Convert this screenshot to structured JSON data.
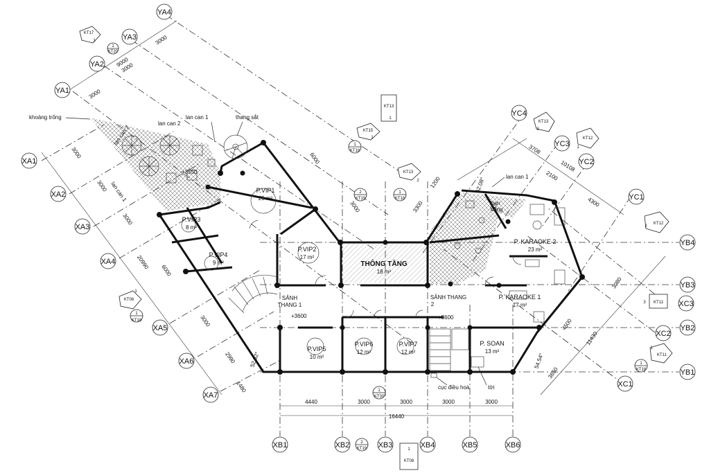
{
  "grid_labels": {
    "ya": [
      "YA1",
      "YA2",
      "YA3",
      "YA4"
    ],
    "yb": [
      "YB1",
      "YB2",
      "YB3",
      "YB4"
    ],
    "yc": [
      "YC1",
      "YC2",
      "YC3",
      "YC4"
    ],
    "xa": [
      "XA1",
      "XA2",
      "XA3",
      "XA4",
      "XA5",
      "XA6",
      "XA7"
    ],
    "xb": [
      "XB1",
      "XB2",
      "XB3",
      "XB4",
      "XB5",
      "XB6"
    ],
    "xc": [
      "XC1",
      "XC2",
      "XC3"
    ]
  },
  "rooms": {
    "vip1": {
      "name": "P.VIP1",
      "area": "25 m²"
    },
    "vip2": {
      "name": "P.VIP2",
      "area": "17 m²"
    },
    "vip3": {
      "name": "P.VIP3",
      "area": "8 m²"
    },
    "vip4": {
      "name": "P.VIP4",
      "area": "9 m²"
    },
    "vip5": {
      "name": "P.VIP5",
      "area": "10 m²"
    },
    "vip6": {
      "name": "P.VIP6",
      "area": "12 m²"
    },
    "vip7": {
      "name": "P.VIP7",
      "area": "12 m²"
    },
    "thong_tang": {
      "name": "THÔNG TẦNG",
      "area": "18 m²"
    },
    "karaoke1": {
      "name": "P. KARAOKE 1",
      "area": "17 m²"
    },
    "karaoke2": {
      "name": "P. KARAOKE 2",
      "area": "23 m²"
    },
    "soan": {
      "name": "P. SOAN",
      "area": "13 m²"
    },
    "sanh1": {
      "name": "SẢNH",
      "sub": "THANG 1"
    },
    "sanh2": {
      "name": "SẢNH THANG",
      "sub": "2"
    }
  },
  "annotations": {
    "khoang_trong": "khoảng trống",
    "lan_can_1": "lan can 1",
    "lan_can_2": "lan can 2",
    "thang_sat": "thang sắt",
    "ban_cong": "ban",
    "ban_cong_2": "công",
    "cuc_dieu_hoa": "cục điều hoà",
    "toi": "tời",
    "lvl_3550": "+3550",
    "lvl_3600a": "+3600",
    "lvl_3600b": "+3600"
  },
  "dimensions": {
    "bottom": [
      "4440",
      "3000",
      "3000",
      "3000",
      "3000"
    ],
    "bottom_total": "16440",
    "left": [
      "3000",
      "3000",
      "3000",
      "20990",
      "6000",
      "3000",
      "2990",
      "1480"
    ],
    "top_left": [
      "3000",
      "9000",
      "3000"
    ],
    "diag": [
      "6000",
      "3000",
      "3300",
      "1200",
      "3708",
      "10108",
      "2100",
      "4300",
      "3080",
      "11430",
      "4500",
      "3650"
    ],
    "angles": [
      "62.08°",
      "54.54°",
      "52.52°"
    ]
  },
  "tags": {
    "kt17": "KT17",
    "kt20": "KT20",
    "kt13a": "KT13",
    "kt15": "KT15",
    "kt18a": "KT18",
    "kt13b": "KT13",
    "kt19a": "KT19",
    "kt18b": "KT18",
    "kt13c": "KT13",
    "kt12a": "KT12",
    "kt12b": "KT12",
    "kt11a": "KT11",
    "kt11b": "KT11",
    "kt18c": "KT18",
    "kt06": "KT06",
    "kt18d": "KT18",
    "kt30": "KT30",
    "kt19b": "KT19",
    "kt08": "KT08",
    "n1": "1",
    "n2": "2",
    "n3": "3"
  }
}
